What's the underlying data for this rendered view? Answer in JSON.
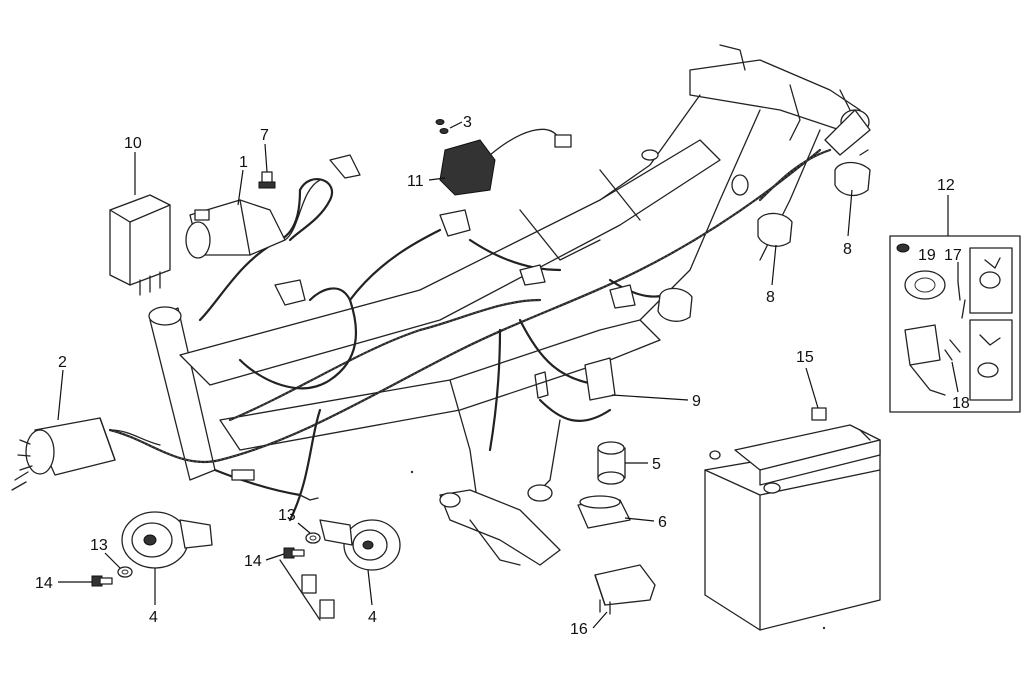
{
  "callouts": {
    "c1": "1",
    "c2": "2",
    "c3": "3",
    "c4a": "4",
    "c4b": "4",
    "c5": "5",
    "c6": "6",
    "c7": "7",
    "c8a": "8",
    "c8b": "8",
    "c9": "9",
    "c10": "10",
    "c11": "11",
    "c12": "12",
    "c13a": "13",
    "c13b": "13",
    "c14a": "14",
    "c14b": "14",
    "c15": "15",
    "c16": "16",
    "c17": "17",
    "c18": "18",
    "c19": "19"
  },
  "colors": {
    "line": "#222222",
    "background": "#ffffff"
  }
}
